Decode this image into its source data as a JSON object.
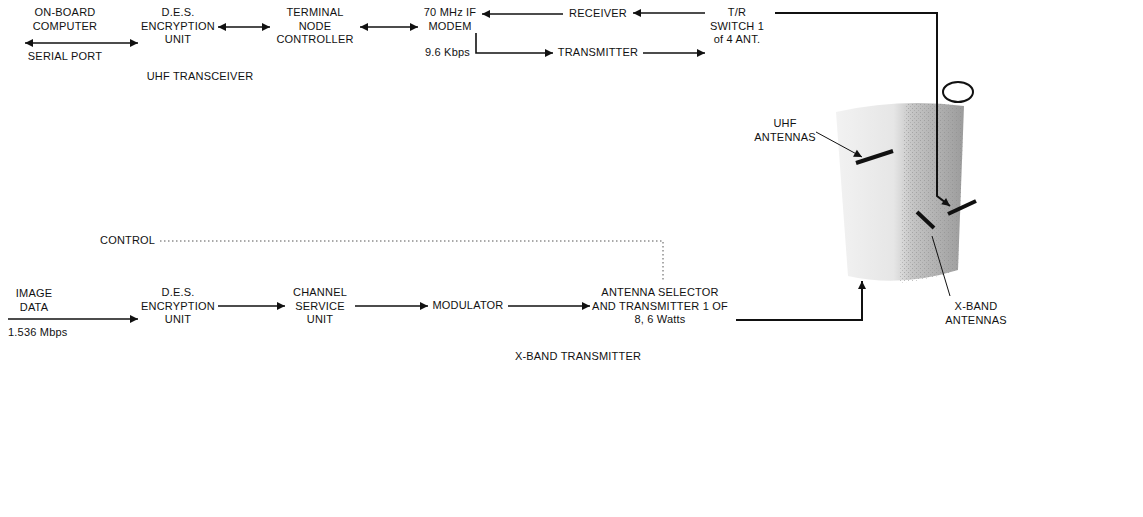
{
  "diagram": {
    "nodes": [
      {
        "text": [
          "ON-BOARD COMPUTER"
        ]
      },
      {
        "text": [
          "D.E.S. ENCRYPTION UNIT"
        ]
      },
      {
        "text": [
          "TERMINAL NODE CONTROLLER"
        ]
      },
      {
        "text": [
          "70 MHz IF MODEM"
        ]
      },
      {
        "text": [
          "RECEIVER"
        ]
      },
      {
        "text": [
          "T/R SWITCH 1 of 4 ANT."
        ]
      },
      {
        "text": [
          "TRANSMITTER"
        ]
      },
      {
        "text": [
          "IMAGE DATA"
        ]
      },
      {
        "text": [
          "D.E.S. ENCRYPTION UNIT"
        ]
      },
      {
        "text": [
          "CHANNEL SERVICE UNIT"
        ]
      },
      {
        "text": [
          "MODULATOR"
        ]
      },
      {
        "text": [
          "ANTENNA SELECTOR AND TRANSMITTER 1 OF 8, 6 Watts"
        ]
      }
    ],
    "edges": [
      {
        "from": 0,
        "to": 1,
        "arrow": "both"
      },
      {
        "from": 1,
        "to": 2,
        "arrow": "both"
      },
      {
        "from": 2,
        "to": 3,
        "arrow": "both"
      },
      {
        "from": 4,
        "to": 3,
        "arrow": "to"
      },
      {
        "from": 5,
        "to": 4,
        "arrow": "to"
      },
      {
        "from": 3,
        "to": 6,
        "arrow": "to",
        "label": "9.6 Kbps"
      },
      {
        "from": 6,
        "to": 5,
        "arrow": "to"
      },
      {
        "from": 7,
        "to": 8,
        "arrow": "to"
      },
      {
        "from": 8,
        "to": 9,
        "arrow": "to"
      },
      {
        "from": 9,
        "to": 10,
        "arrow": "to"
      },
      {
        "from": 10,
        "to": 11,
        "arrow": "to"
      }
    ],
    "labels": [
      "SERIAL PORT",
      "UHF TRANSCEIVER",
      "UHF ANTENNAS",
      "CONTROL",
      "1.536 Mbps",
      "X-BAND ANTENNAS",
      "X-BAND TRANSMITTER"
    ]
  }
}
